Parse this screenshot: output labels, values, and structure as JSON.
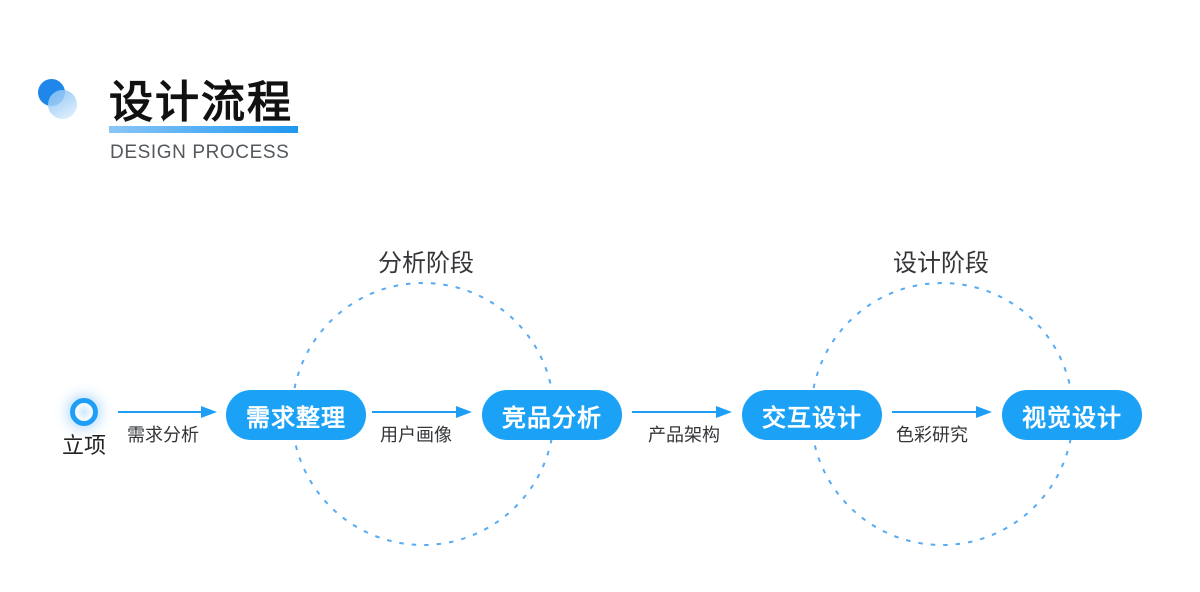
{
  "header": {
    "title": "设计流程",
    "subtitle": "DESIGN PROCESS",
    "logo_icon": "overlapping-circles-logo",
    "colors": {
      "logo_primary": "#1f87ea",
      "logo_secondary": "#a9d2f6",
      "underline_gradient": [
        "#8ac6f8",
        "#1e97f0"
      ],
      "subtitle_text": "#54585c"
    }
  },
  "flow": {
    "start_node": {
      "label": "立项",
      "icon": "ring-circle-icon"
    },
    "stages": [
      {
        "label": "需求整理"
      },
      {
        "label": "竞品分析"
      },
      {
        "label": "交互设计"
      },
      {
        "label": "视觉设计"
      }
    ],
    "edges": [
      {
        "label": "需求分析"
      },
      {
        "label": "用户画像"
      },
      {
        "label": "产品架构"
      },
      {
        "label": "色彩研究"
      }
    ],
    "phases": [
      {
        "label": "分析阶段"
      },
      {
        "label": "设计阶段"
      }
    ],
    "colors": {
      "pill_background": "#1ba1f5",
      "pill_text": "#ffffff",
      "arrow": "#1e9ff5",
      "dashed_circle": "#57abf3",
      "label_text": "#333538"
    }
  }
}
